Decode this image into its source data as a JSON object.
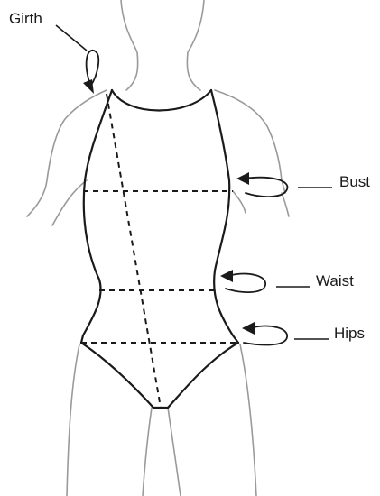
{
  "labels": {
    "girth": "Girth",
    "bust": "Bust",
    "waist": "Waist",
    "hips": "Hips"
  },
  "colors": {
    "figure_outline": "#9a9a9a",
    "swimsuit_outline": "#1a1a1a",
    "measurement_lines": "#1a1a1a",
    "background": "#ffffff"
  }
}
